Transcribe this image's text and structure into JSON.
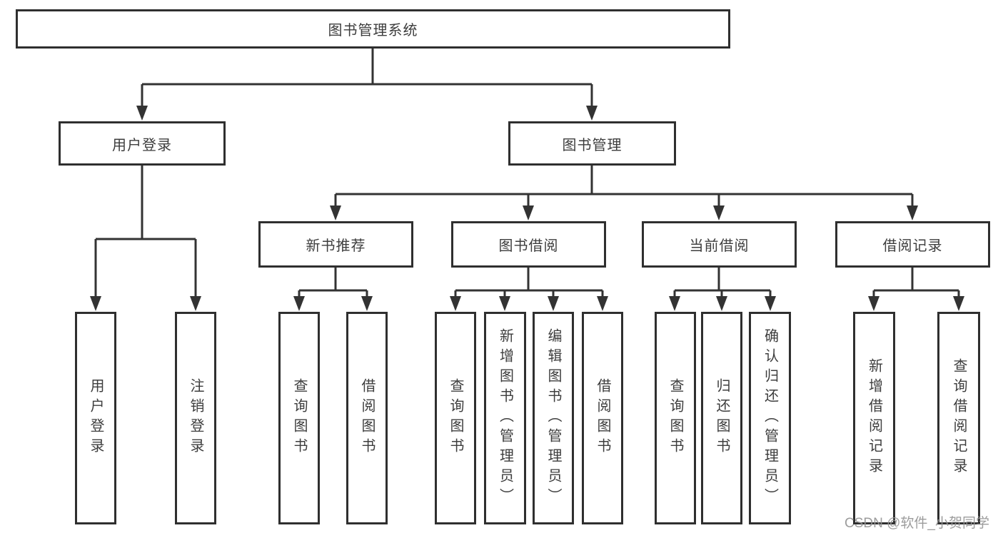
{
  "diagram_type": "hierarchy-tree",
  "nodes": {
    "root": "图书管理系统",
    "user_login": "用户登录",
    "book_mgmt": "图书管理",
    "new_books": "新书推荐",
    "book_borrow": "图书借阅",
    "current_borrow": "当前借阅",
    "borrow_records": "借阅记录",
    "login": "用户登录",
    "logout": "注销登录",
    "nb_query": "查询图书",
    "nb_borrow": "借阅图书",
    "bb_query": "查询图书",
    "bb_add": "新增图书（管理员）",
    "bb_edit": "编辑图书（管理员）",
    "bb_borrow": "借阅图书",
    "cb_query": "查询图书",
    "cb_return": "归还图书",
    "cb_confirm": "确认归还（管理员）",
    "br_add": "新增借阅记录",
    "br_query": "查询借阅记录"
  },
  "edges": [
    [
      "root",
      "user_login"
    ],
    [
      "root",
      "book_mgmt"
    ],
    [
      "user_login",
      "login"
    ],
    [
      "user_login",
      "logout"
    ],
    [
      "book_mgmt",
      "new_books"
    ],
    [
      "book_mgmt",
      "book_borrow"
    ],
    [
      "book_mgmt",
      "current_borrow"
    ],
    [
      "book_mgmt",
      "borrow_records"
    ],
    [
      "new_books",
      "nb_query"
    ],
    [
      "new_books",
      "nb_borrow"
    ],
    [
      "book_borrow",
      "bb_query"
    ],
    [
      "book_borrow",
      "bb_add"
    ],
    [
      "book_borrow",
      "bb_edit"
    ],
    [
      "book_borrow",
      "bb_borrow"
    ],
    [
      "current_borrow",
      "cb_query"
    ],
    [
      "current_borrow",
      "cb_return"
    ],
    [
      "current_borrow",
      "cb_confirm"
    ],
    [
      "borrow_records",
      "br_add"
    ],
    [
      "borrow_records",
      "br_query"
    ]
  ],
  "watermark": {
    "text": "CSDN @软件_小贺同学"
  },
  "colors": {
    "line": "#333333",
    "box_border": "#2f2f2f",
    "text": "#3d3d3d",
    "background": "#ffffff",
    "watermark": "#949494"
  }
}
